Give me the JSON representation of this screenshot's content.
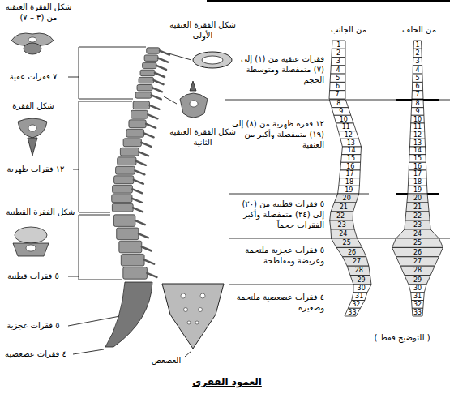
{
  "diagram": {
    "caption": "العمود الفقري",
    "labels": [
      "شكل الفقرة العنقية من (٣ – ٧)",
      "٧ فقرات عقية",
      "شكل الفقرة العنقية الأولى",
      "شكل الفقرة العنقية الثانية",
      "شكل الفقرة",
      "١٢ فقرات ظهرية",
      "شكل الفقرة القطنية",
      "٥ فقرات قطنية",
      "٥ فقرات عجزية",
      "٤ فقرات عصعصية",
      "العصعص",
      "من الجانب",
      "من الخلف",
      "فقرات عنقية من (١) إلى (٧) متمفصلة ومتوسطة الحجم",
      "١٢ فقرة ظهرية من (٨) إلى (١٩) متمفصلة وأكبر من العنقية",
      "٥ فقرات قطنية من (٢٠) إلى (٢٤) متمفصلة وأكبر الفقرات حجماً",
      "٥ فقرات عجزية ملتحمة وعريضة ومفلطحة",
      "٤ فقرات عصعصية ملتحمة وصغيرة",
      "( للتوضيح فقط )",
      "1",
      "2",
      "3",
      "4",
      "5",
      "6",
      "7",
      "8",
      "9",
      "10",
      "11",
      "12",
      "13",
      "14",
      "15",
      "16",
      "17",
      "18",
      "19",
      "20",
      "21",
      "22",
      "23",
      "24",
      "25",
      "26",
      "27",
      "28",
      "29",
      "30",
      "31",
      "32",
      "33",
      "1",
      "2",
      "3",
      "4",
      "5",
      "6",
      "7",
      "8",
      "9",
      "10",
      "11",
      "12",
      "13",
      "14",
      "15",
      "16",
      "17",
      "18",
      "19",
      "20",
      "21",
      "22",
      "23",
      "24",
      "25",
      "26",
      "27",
      "28",
      "29",
      "30",
      "31",
      "32",
      "33"
    ]
  }
}
